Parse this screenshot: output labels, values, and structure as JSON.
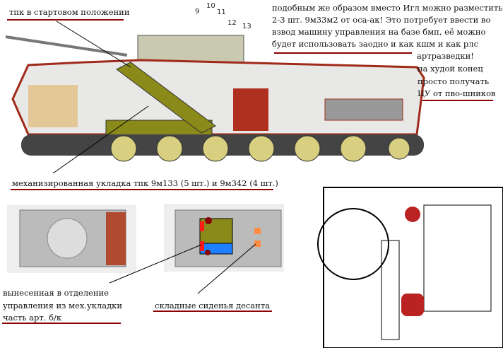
{
  "labels": {
    "launch_position": "тпк в стартовом положении",
    "note_lines": [
      "подобным же образом вместо Игл можно разместить",
      "2-3 шт. 9м33м2 от оса-ак! Это потребует ввести во",
      "взвод машину управления на базе бмп, её можно",
      "будет использовать заодно и как кшм и как рлс"
    ],
    "note_tail": [
      "артразведки!",
      "на худой конец",
      "просто получать",
      "ЦУ от пво-шников"
    ],
    "mechanized_stowage": "механизированная укладка тпк 9м133 (5 шт.) и 9м342 (4 шт.)",
    "moved_lines": [
      "вынесенная в отделение",
      "управления из мех.укладки",
      "часть арт. б/к"
    ],
    "folding_seats": "складные сиденья десанта"
  },
  "callout_numbers": [
    "9",
    "10",
    "11",
    "12",
    "13"
  ],
  "colors": {
    "underline": "#8b0000",
    "olive": "#8a8a1a",
    "blue": "#1e7fff",
    "red": "#ff1a1a",
    "orange": "#ff8c42",
    "hull": "#b03020"
  }
}
